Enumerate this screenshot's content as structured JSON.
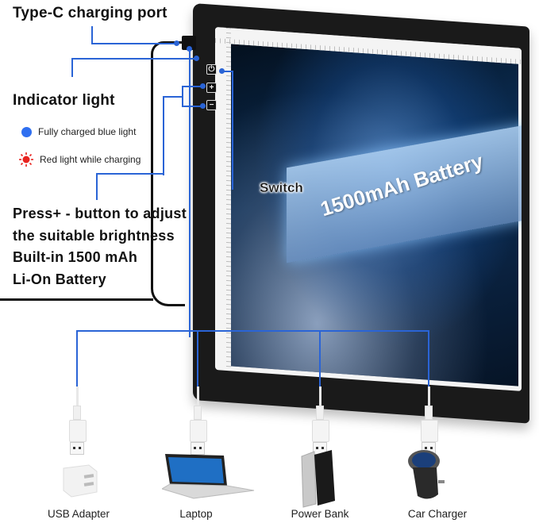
{
  "callouts": {
    "type_c_port": "Type-C charging port",
    "indicator_light": "Indicator light",
    "switch": "Switch",
    "battery_badge": "1500mAh Battery"
  },
  "indicator_legend": [
    {
      "icon": "blue-dot-icon",
      "color": "#2f6ff0",
      "label": "Fully charged blue light"
    },
    {
      "icon": "red-sun-icon",
      "color": "#e8231f",
      "label": "Red  light while charging"
    }
  ],
  "description_lines": [
    "Press+ - button to adjust",
    "the suitable brightness",
    "Built-in 1500 mAh",
    "Li-On Battery"
  ],
  "pad_buttons": [
    {
      "icon": "power-icon",
      "glyph": "⏻"
    },
    {
      "icon": "plus-icon",
      "glyph": "+"
    },
    {
      "icon": "minus-icon",
      "glyph": "−"
    }
  ],
  "power_sources": [
    {
      "label": "USB Adapter",
      "icon": "usb-adapter-icon"
    },
    {
      "label": "Laptop",
      "icon": "laptop-icon"
    },
    {
      "label": "Power Bank",
      "icon": "power-bank-icon"
    },
    {
      "label": "Car Charger",
      "icon": "car-charger-icon"
    }
  ],
  "colors": {
    "callout_line": "#2a64d6",
    "pad_frame": "#1a1a1a",
    "text": "#111111"
  }
}
